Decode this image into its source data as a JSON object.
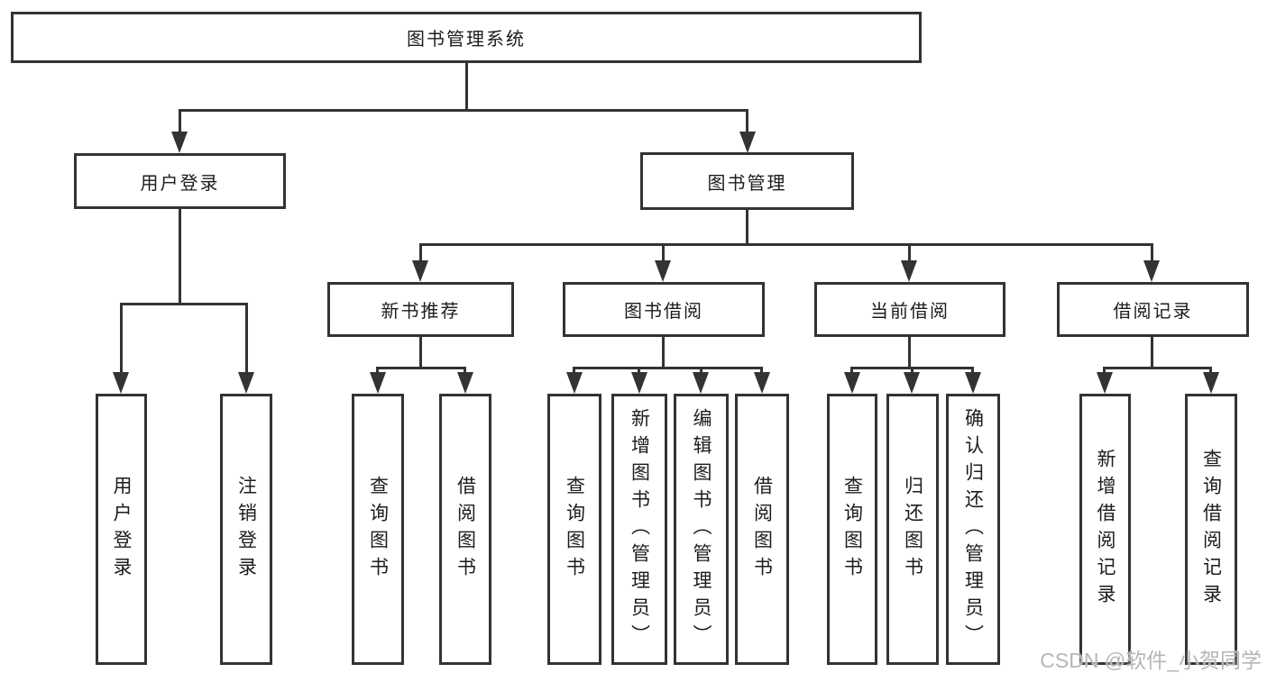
{
  "colors": {
    "background": "#ffffff",
    "line": "#333333",
    "box_border": "#333333",
    "text": "#1c1c1c",
    "watermark": "#b6b6b6"
  },
  "diagram": {
    "root": {
      "label": "图书管理系统"
    },
    "branches": [
      {
        "label": "用户登录",
        "children": [
          {
            "label": "用户登录"
          },
          {
            "label": "注销登录"
          }
        ]
      },
      {
        "label": "图书管理",
        "groups": [
          {
            "label": "新书推荐",
            "children": [
              {
                "label": "查询图书"
              },
              {
                "label": "借阅图书"
              }
            ]
          },
          {
            "label": "图书借阅",
            "children": [
              {
                "label": "查询图书"
              },
              {
                "label": "新增图书（管理员）"
              },
              {
                "label": "编辑图书（管理员）"
              },
              {
                "label": "借阅图书"
              }
            ]
          },
          {
            "label": "当前借阅",
            "children": [
              {
                "label": "查询图书"
              },
              {
                "label": "归还图书"
              },
              {
                "label": "确认归还（管理员）"
              }
            ]
          },
          {
            "label": "借阅记录",
            "children": [
              {
                "label": "新增借阅记录"
              },
              {
                "label": "查询借阅记录"
              }
            ]
          }
        ]
      }
    ]
  },
  "watermark": {
    "text": "CSDN @软件_小贺同学"
  }
}
